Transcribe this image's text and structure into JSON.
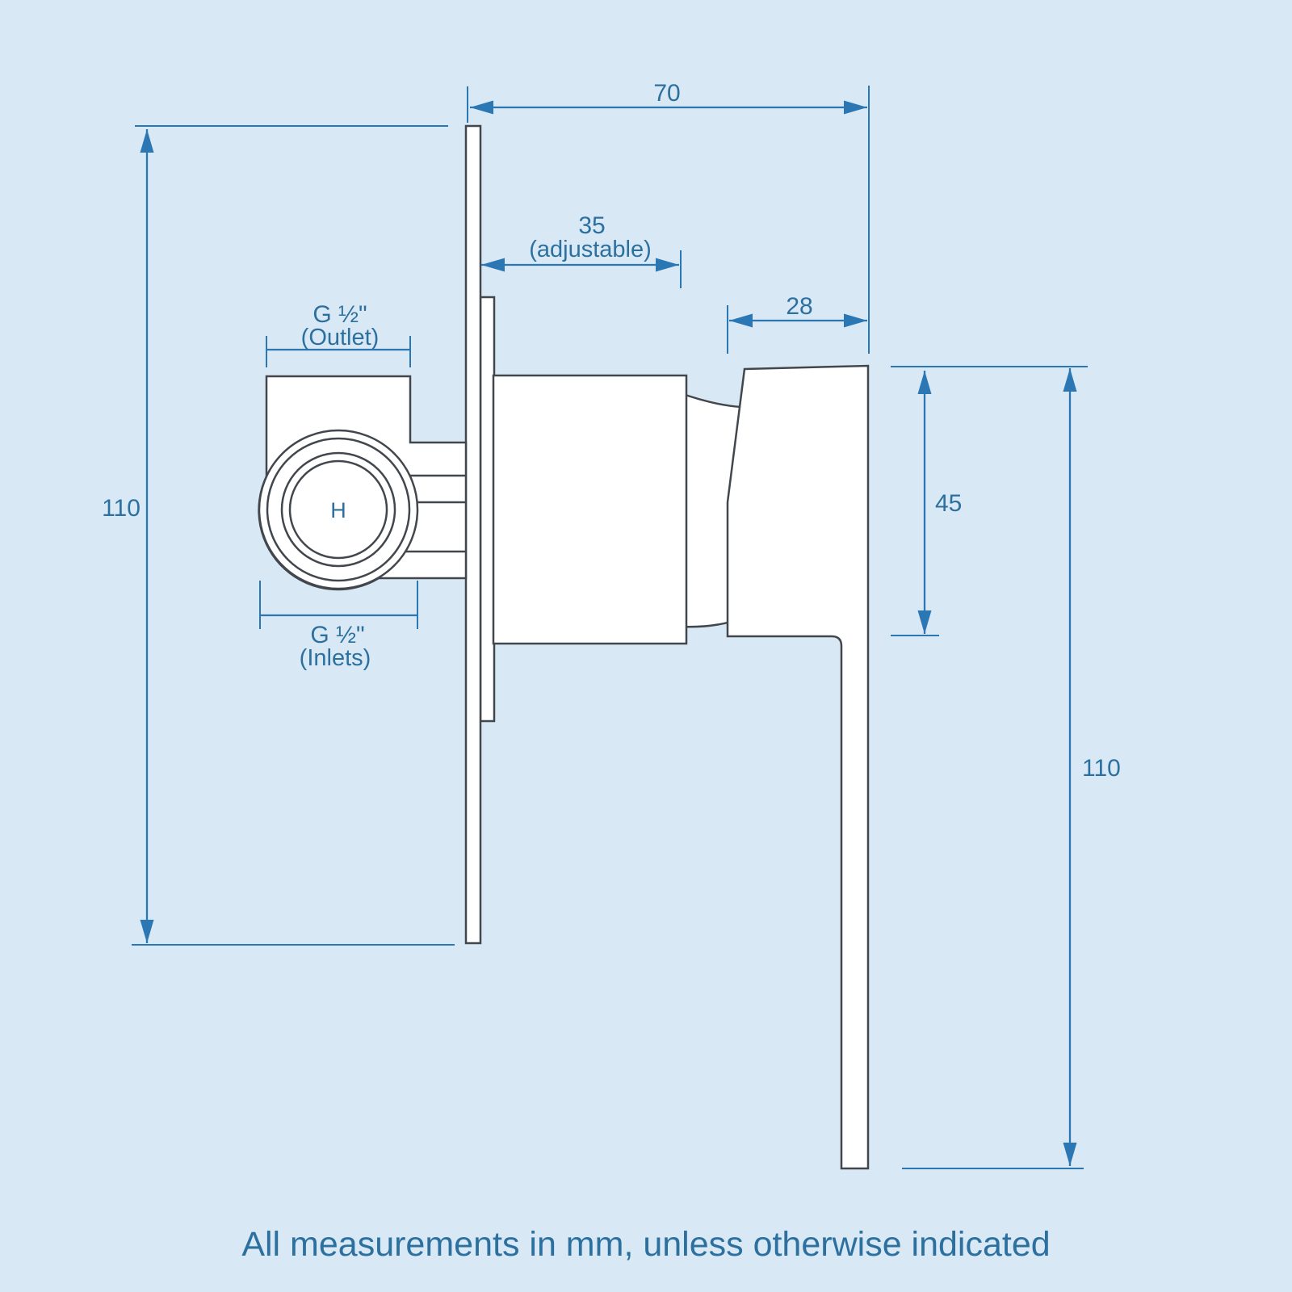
{
  "diagram": {
    "title_semantic": "concealed-shower-mixer-valve-side-view",
    "dims": {
      "width_total": "70",
      "depth_adjustable_value": "35",
      "depth_adjustable_note": "(adjustable)",
      "handle_depth": "28",
      "handle_height": "45",
      "plate_height": "110",
      "lever_height": "110",
      "outlet_size": "G ½\"",
      "outlet_note": "(Outlet)",
      "inlets_size": "G ½\"",
      "inlets_note": "(Inlets)",
      "hot_marker": "H"
    },
    "caption": "All measurements in mm, unless otherwise indicated",
    "colors": {
      "background": "#D9E8F5",
      "dimension_line": "#2B77B4",
      "dimension_text": "#2C709F",
      "outline": "#42474D",
      "shape_fill": "#FFFFFF"
    }
  }
}
